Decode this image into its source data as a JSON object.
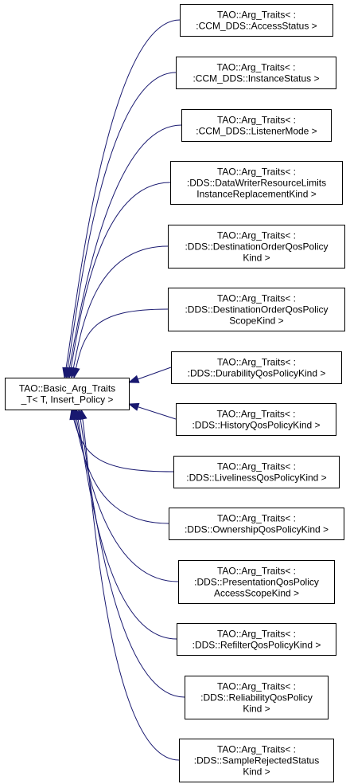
{
  "base": {
    "lines": [
      "TAO::Basic_Arg_Traits",
      "_T< T, Insert_Policy >"
    ]
  },
  "derived": [
    {
      "id": "accessstatus",
      "lines": [
        "TAO::Arg_Traits< :",
        ":CCM_DDS::AccessStatus >"
      ]
    },
    {
      "id": "instancestatus",
      "lines": [
        "TAO::Arg_Traits< :",
        ":CCM_DDS::InstanceStatus >"
      ]
    },
    {
      "id": "listenermode",
      "lines": [
        "TAO::Arg_Traits< :",
        ":CCM_DDS::ListenerMode >"
      ]
    },
    {
      "id": "datawriterresourcelimits",
      "lines": [
        "TAO::Arg_Traits< :",
        ":DDS::DataWriterResourceLimits",
        "InstanceReplacementKind >"
      ]
    },
    {
      "id": "destinationorderkind",
      "lines": [
        "TAO::Arg_Traits< :",
        ":DDS::DestinationOrderQosPolicy",
        "Kind >"
      ]
    },
    {
      "id": "destinationorderscopekind",
      "lines": [
        "TAO::Arg_Traits< :",
        ":DDS::DestinationOrderQosPolicy",
        "ScopeKind >"
      ]
    },
    {
      "id": "durability",
      "lines": [
        "TAO::Arg_Traits< :",
        ":DDS::DurabilityQosPolicyKind >"
      ]
    },
    {
      "id": "history",
      "lines": [
        "TAO::Arg_Traits< :",
        ":DDS::HistoryQosPolicyKind >"
      ]
    },
    {
      "id": "liveliness",
      "lines": [
        "TAO::Arg_Traits< :",
        ":DDS::LivelinessQosPolicyKind >"
      ]
    },
    {
      "id": "ownership",
      "lines": [
        "TAO::Arg_Traits< :",
        ":DDS::OwnershipQosPolicyKind >"
      ]
    },
    {
      "id": "presentation",
      "lines": [
        "TAO::Arg_Traits< :",
        ":DDS::PresentationQosPolicy",
        "AccessScopeKind >"
      ]
    },
    {
      "id": "refilter",
      "lines": [
        "TAO::Arg_Traits< :",
        ":DDS::RefilterQosPolicyKind >"
      ]
    },
    {
      "id": "reliability",
      "lines": [
        "TAO::Arg_Traits< :",
        ":DDS::ReliabilityQosPolicy",
        "Kind >"
      ]
    },
    {
      "id": "samplerejected",
      "lines": [
        "TAO::Arg_Traits< :",
        ":DDS::SampleRejectedStatus",
        "Kind >"
      ]
    }
  ],
  "colors": {
    "edge": "#191970",
    "box_border": "#000000",
    "box_fill": "#ffffff",
    "text": "#000000"
  }
}
